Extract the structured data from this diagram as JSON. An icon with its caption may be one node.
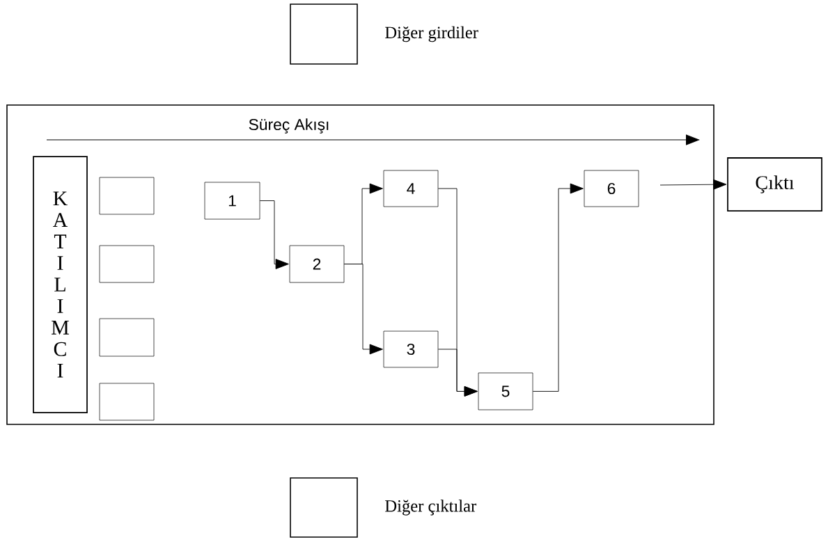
{
  "diagram": {
    "nodes": [
      {
        "text": [],
        "shape": "box",
        "beside": [
          "Diğer girdiler"
        ]
      },
      {
        "text": [],
        "shape": "box"
      },
      {
        "text": [
          "KATILIMCI"
        ],
        "in": 1
      },
      {
        "text": [],
        "shape": "box",
        "in": 1
      },
      {
        "text": [],
        "shape": "box",
        "in": 1
      },
      {
        "text": [],
        "shape": "box",
        "in": 1
      },
      {
        "text": [],
        "shape": "box",
        "in": 1
      },
      {
        "text": [
          "1"
        ],
        "in": 1
      },
      {
        "text": [
          "2"
        ],
        "in": 1
      },
      {
        "text": [
          "4"
        ],
        "in": 1
      },
      {
        "text": [
          "3"
        ],
        "in": 1
      },
      {
        "text": [
          "5"
        ],
        "in": 1
      },
      {
        "text": [
          "6"
        ],
        "in": 1
      },
      {
        "text": [
          "Çıktı"
        ]
      },
      {
        "text": [],
        "shape": "box",
        "beside": [
          "Diğer çıktılar"
        ]
      }
    ],
    "edges": [
      {
        "from": 7,
        "to": 8,
        "arrow": "to"
      },
      {
        "from": 8,
        "to": 9,
        "arrow": "to"
      },
      {
        "from": 8,
        "to": 10,
        "arrow": "to"
      },
      {
        "from": 9,
        "to": 11,
        "arrow": "to"
      },
      {
        "from": 10,
        "to": 11,
        "arrow": "to"
      },
      {
        "from": 11,
        "to": 12,
        "arrow": "to"
      },
      {
        "from": null,
        "to": 13,
        "arrow": "to"
      }
    ],
    "labels": [
      "Süreç Akışı"
    ]
  }
}
